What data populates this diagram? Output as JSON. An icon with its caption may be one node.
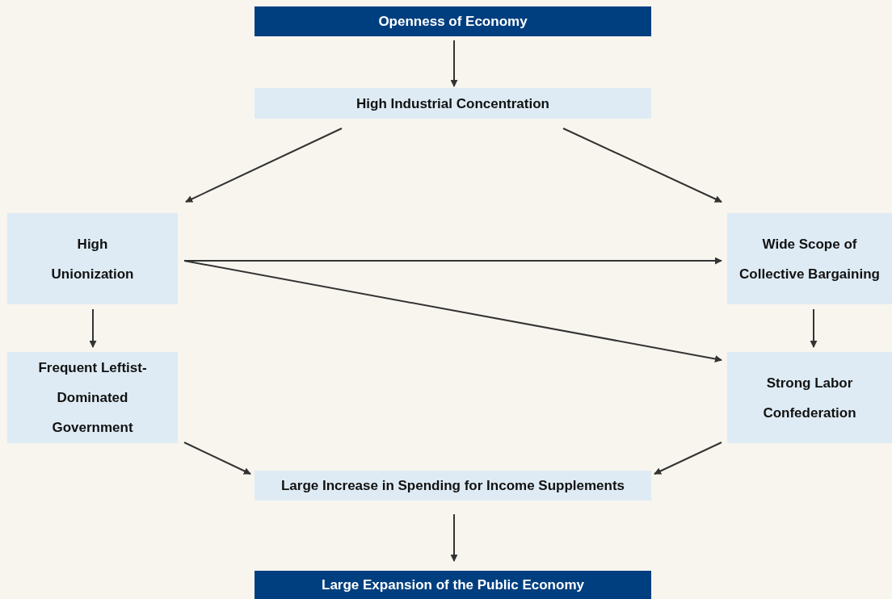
{
  "diagram": {
    "nodes": [
      {
        "text": [
          "Openness of Economy"
        ]
      },
      {
        "text": [
          "High Industrial Concentration"
        ]
      },
      {
        "text": [
          "High Unionization"
        ]
      },
      {
        "text": [
          "Wide Scope of Collective Bargaining"
        ]
      },
      {
        "text": [
          "Frequent Leftist-Dominated Government"
        ]
      },
      {
        "text": [
          "Strong Labor Confederation"
        ]
      },
      {
        "text": [
          "Large Increase in Spending for Income Supplements"
        ]
      },
      {
        "text": [
          "Large Expansion of the Public Economy"
        ]
      }
    ],
    "edges": [
      {
        "from": 0,
        "to": 1,
        "arrow": "to"
      },
      {
        "from": 1,
        "to": 2,
        "arrow": "to"
      },
      {
        "from": 1,
        "to": 3,
        "arrow": "to"
      },
      {
        "from": 2,
        "to": 3,
        "arrow": "to"
      },
      {
        "from": 2,
        "to": 5,
        "arrow": "to"
      },
      {
        "from": 2,
        "to": 4,
        "arrow": "to"
      },
      {
        "from": 3,
        "to": 5,
        "arrow": "to"
      },
      {
        "from": 4,
        "to": 6,
        "arrow": "to"
      },
      {
        "from": 5,
        "to": 6,
        "arrow": "to"
      },
      {
        "from": 6,
        "to": 7,
        "arrow": "to"
      }
    ]
  }
}
